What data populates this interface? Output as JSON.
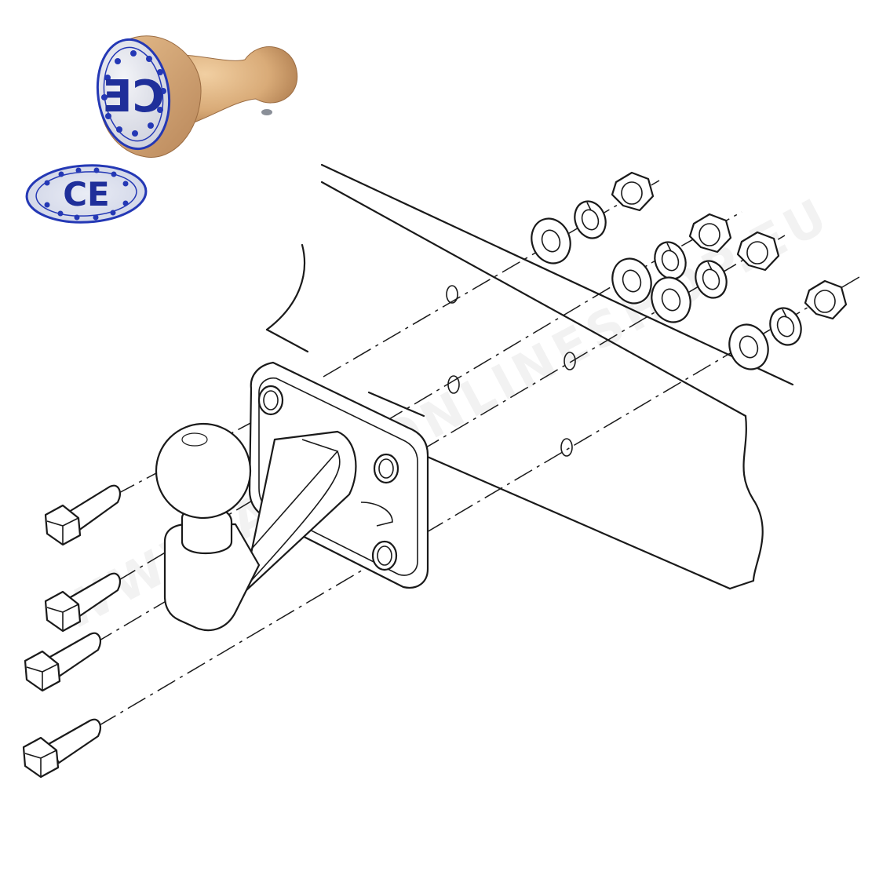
{
  "stamp": {
    "mark_text": "CE",
    "ink_color": "#2438b5",
    "wood_color": "#d9ab78",
    "star_count": 12
  },
  "watermark": {
    "text": "WWW.AUTOONLINESHOP.EU"
  },
  "colors": {
    "line": "#1a1a1a",
    "background": "#ffffff"
  },
  "icons": [
    "stamp-icon",
    "ce-mark-icon",
    "bolt-icon",
    "washer-icon",
    "lock-washer-icon",
    "nut-icon",
    "tow-ball-icon"
  ]
}
